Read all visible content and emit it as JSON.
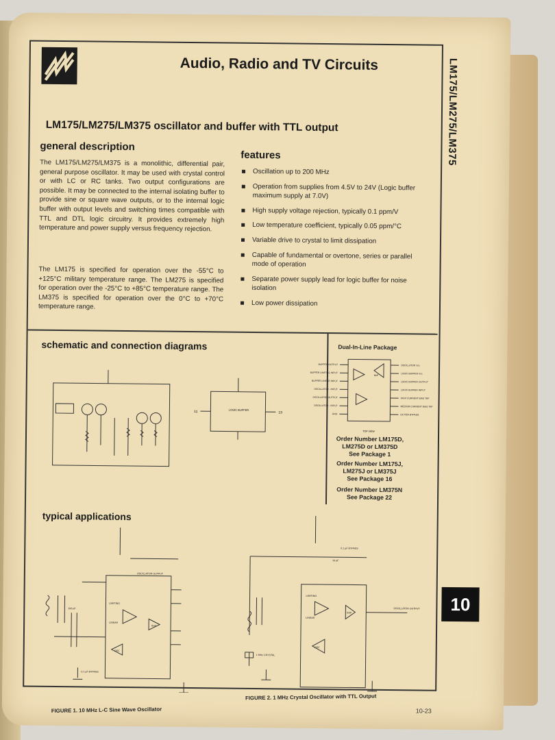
{
  "header": {
    "title": "Audio, Radio and TV Circuits",
    "spine": "LM175/LM275/LM375"
  },
  "title": "LM175/LM275/LM375 oscillator and buffer with TTL output",
  "general_description": {
    "heading": "general description",
    "para1": "The LM175/LM275/LM375 is a monolithic, differential pair, general purpose oscillator. It may be used with crystal control or with LC or RC tanks. Two output configurations are possible. It may be connected to the internal isolating buffer to provide sine or square wave outputs, or to the internal logic buffer with output levels and switching times compatible with TTL and DTL logic circuitry. It provides extremely high temperature and power supply versus frequency rejection.",
    "para2": "The LM175 is specified for operation over the -55°C to +125°C military temperature range. The LM275 is specified for operation over the -25°C to +85°C temperature range. The LM375 is specified for operation over the 0°C to +70°C temperature range."
  },
  "features": {
    "heading": "features",
    "items": [
      "Oscillation up to 200 MHz",
      "Operation from supplies from 4.5V to 24V (Logic buffer maximum supply at 7.0V)",
      "High supply voltage rejection, typically 0.1 ppm/V",
      "Low temperature coefficient, typically 0.05 ppm/°C",
      "Variable drive to crystal to limit dissipation",
      "Capable of fundamental or overtone, series or parallel mode of operation",
      "Separate power supply lead for logic buffer for noise isolation",
      "Low power dissipation"
    ]
  },
  "schematic": {
    "heading": "schematic and connection diagrams",
    "logic_label": "LOGIC BUFFER",
    "pin11": "11",
    "pin13": "13"
  },
  "dip": {
    "title": "Dual-In-Line Package",
    "left_pins": [
      "BUFFER OUTPUT",
      "BUFFER LIMITING INPUT",
      "BUFFER LINEAR INPUT",
      "OSCILLATOR - INPUT",
      "OSCILLATOR OUTPUT",
      "OSCILLATOR - INPUT",
      "GND"
    ],
    "right_pins": [
      "OSCILLATOR Vcc",
      "LOGIC BUFFER Vcc",
      "LOGIC BUFFER OUTPUT",
      "LOGIC BUFFER INPUT",
      "HIGH CURRENT BIAS TAP",
      "MEDIUM CURRENT BIAS TAP",
      "DC REF BYPASS"
    ],
    "view": "TOP VIEW",
    "buffer_label": "BUF"
  },
  "orders": [
    {
      "line1": "Order Number LM175D,",
      "line2": "LM275D or LM375D",
      "line3": "See Package 1"
    },
    {
      "line1": "Order Number LM175J,",
      "line2": "LM275J or LM375J",
      "line3": "See Package 16"
    },
    {
      "line1": "Order Number LM375N",
      "line2": "See Package 22",
      "line3": ""
    }
  ],
  "applications": {
    "heading": "typical applications",
    "fig1": "FIGURE 1. 10 MHz L-C Sine Wave Oscillator",
    "fig2": "FIGURE 2. 1 MHz Crystal Oscillator with TTL Output",
    "fig1_labels": {
      "osc_out": "OSCILLATOR OUTPUT",
      "limiting": "LIMITING",
      "linear": "LINEAR",
      "osc": "OSC",
      "buf": "BUF",
      "bypass": "0.1 µF BYPASS",
      "cap": "100 pF"
    },
    "fig2_labels": {
      "osc_out": "OSCILLATOR OUTPUT",
      "limiting": "LIMITING",
      "linear": "LINEAR",
      "osc": "OSC",
      "buf": "BUF",
      "crystal": "1 MHz CRYSTAL",
      "bypass": "0.1 µF BYPASS",
      "cap": "10 pF"
    }
  },
  "page_tab": "10",
  "page_number": "10-23"
}
